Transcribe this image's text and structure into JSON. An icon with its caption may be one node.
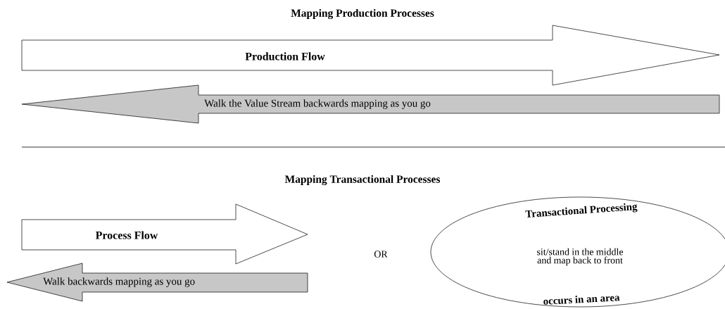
{
  "diagram": {
    "nodes": [
      {
        "text": [
          "Production Flow"
        ]
      },
      {
        "text": [
          "Walk the Value Stream backwards mapping as you go"
        ]
      },
      {
        "text": [
          "Process Flow"
        ]
      },
      {
        "text": [
          "Walk backwards mapping as you go"
        ]
      },
      {
        "text": [
          "Transactional Processing",
          "sit/stand in the middle and map back to front",
          "occurs in an area"
        ]
      }
    ],
    "edges": [],
    "labels": [
      "Mapping Production Processes",
      "Mapping Transactional Processes",
      "OR"
    ]
  }
}
